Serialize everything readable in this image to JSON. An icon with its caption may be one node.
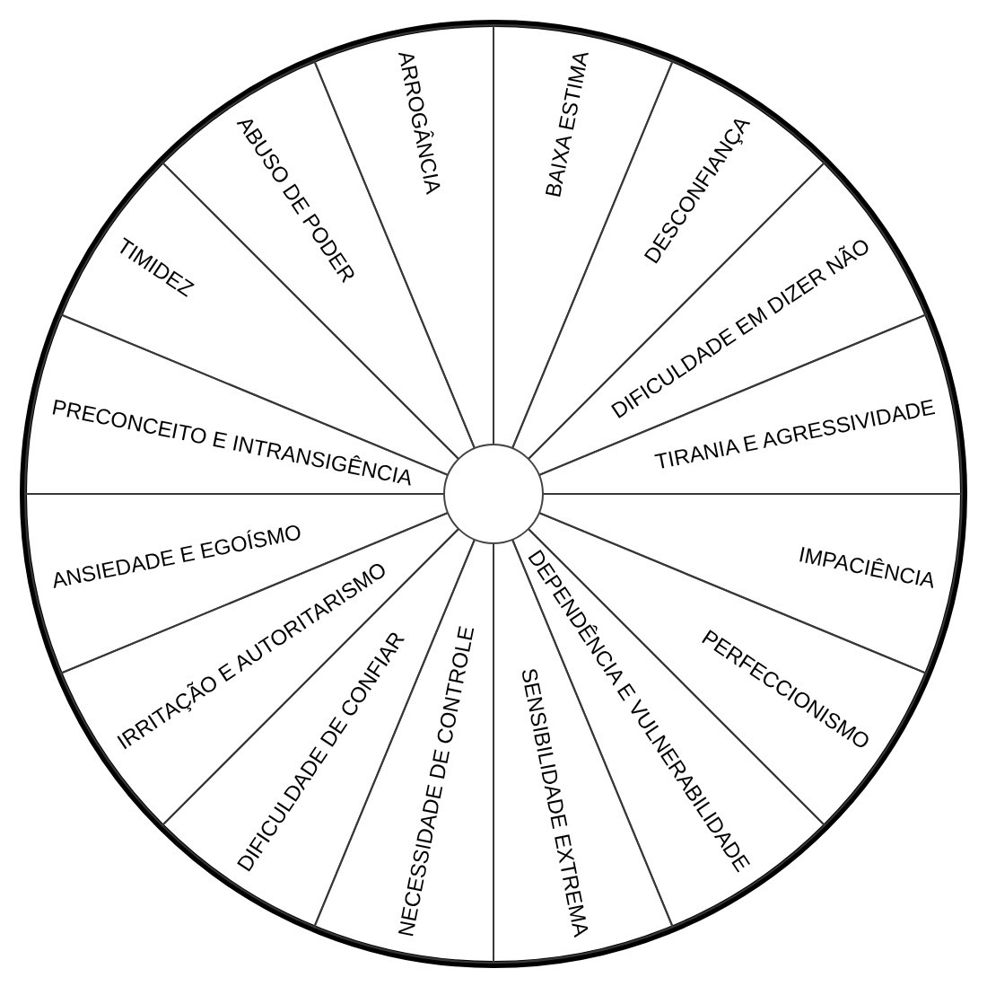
{
  "diagram": {
    "nodes": [
      {
        "text": [],
        "shape": "circle"
      },
      {
        "text": [
          "BAIXA ESTIMA"
        ],
        "in": 0
      },
      {
        "text": [
          "DESCONFIANÇA"
        ],
        "in": 0
      },
      {
        "text": [
          "DIFICULDADE EM DIZER NÃO"
        ],
        "in": 0
      },
      {
        "text": [
          "TIRANIA E AGRESSIVIDADE"
        ],
        "in": 0
      },
      {
        "text": [
          "IMPACIÊNCIA"
        ],
        "in": 0
      },
      {
        "text": [
          "PERFECCIONISMO"
        ],
        "in": 0
      },
      {
        "text": [
          "DEPENDÊNCIA E VULNERABILIDADE"
        ],
        "in": 0
      },
      {
        "text": [
          "SENSIBILIDADE EXTREMA"
        ],
        "in": 0
      },
      {
        "text": [
          "NECESSIDADE DE CONTROLE"
        ],
        "in": 0
      },
      {
        "text": [
          "DIFICULDADE DE CONFIAR"
        ],
        "in": 0
      },
      {
        "text": [
          "IRRITAÇÃO E AUTORITARISMO"
        ],
        "in": 0
      },
      {
        "text": [
          "ANSIEDADE E EGOÍSMO"
        ],
        "in": 0
      },
      {
        "text": [
          "PRECONCEITO E INTRANSIGÊNCIA"
        ],
        "in": 0
      },
      {
        "text": [
          "TIMIDEZ"
        ],
        "in": 0
      },
      {
        "text": [
          "ABUSO DE PODER"
        ],
        "in": 0
      },
      {
        "text": [
          "ARROGÂNCIA"
        ],
        "in": 0
      },
      {
        "text": [],
        "shape": "circle",
        "in": 0
      }
    ]
  }
}
